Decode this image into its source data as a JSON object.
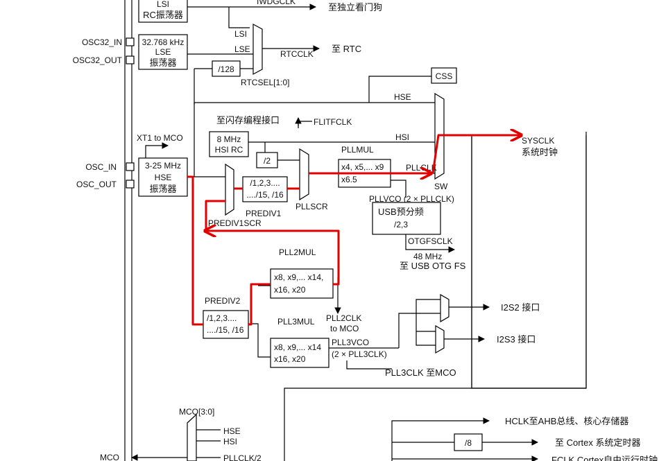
{
  "colors": {
    "highlight_path": "#e00000",
    "ink": "#000000",
    "background": "#ffffff"
  },
  "pins": {
    "osc32_in": "OSC32_IN",
    "osc32_out": "OSC32_OUT",
    "osc_in": "OSC_IN",
    "osc_out": "OSC_OUT",
    "mco": "MCO"
  },
  "lsi": {
    "line1": "LSI",
    "line2": "RC振荡器",
    "out_signal": "IWDGCLK",
    "out_dest": "至独立看门狗"
  },
  "lse": {
    "freq": "32.768 kHz",
    "name": "LSE",
    "cn": "振荡器"
  },
  "rtc": {
    "mux_in_lsi": "LSI",
    "mux_in_lse": "LSE",
    "div128": "/128",
    "out_signal": "RTCCLK",
    "out_dest": "至 RTC",
    "sel": "RTCSEL[1:0]"
  },
  "css": "CSS",
  "sysmux": {
    "in_hse": "HSE",
    "in_hsi": "HSI",
    "in_pllclk": "PLLCLK",
    "sel": "SW",
    "out_signal": "SYSCLK",
    "out_cn": "系统时钟"
  },
  "flash": {
    "label": "至闪存编程接口",
    "signal": "FLITFCLK"
  },
  "hsi": {
    "line1": "8 MHz",
    "line2": "HSI RC"
  },
  "hse": {
    "mco_label": "XT1 to MCO",
    "line1": "3-25 MHz",
    "line2": "HSE",
    "line3": "振荡器"
  },
  "div2": "/2",
  "prediv1": {
    "line1": "/1,2,3....",
    "line2": "..../15, /16",
    "name": "PREDIV1",
    "mux_sel": "PREDIV1SCR"
  },
  "pllscr": "PLLSCR",
  "pllmul": {
    "name": "PLLMUL",
    "line1": "x4, x5,... x9",
    "line2": "x6.5"
  },
  "pllvco": "PLLVCO (2 × PLLCLK)",
  "usb": {
    "title": "USB预分频",
    "div": "/2,3",
    "signal": "OTGFSCLK",
    "freq": "48 MHz",
    "dest": "至 USB OTG FS"
  },
  "pll2": {
    "name": "PLL2MUL",
    "line1": "x8, x9,... x14,",
    "line2": "x16, x20",
    "out1": "PLL2CLK",
    "out2": "to MCO"
  },
  "prediv2": {
    "name": "PREDIV2",
    "line1": "/1,2,3....",
    "line2": "..../15, /16"
  },
  "pll3": {
    "name": "PLL3MUL",
    "line1": "x8, x9,... x14",
    "line2": "x16, x20",
    "vco1": "PLL3VCO",
    "vco2": "(2 × PLL3CLK)",
    "out": "PLL3CLK 至MCO"
  },
  "i2s": {
    "i2s2": "I2S2 接口",
    "i2s3": "I2S3 接口"
  },
  "mco_mux": {
    "sel": "MCO[3:0]",
    "in_hse": "HSE",
    "in_hsi": "HSI",
    "in_pll": "PLLCLK/2"
  },
  "ahb": {
    "hclk": "HCLK至AHB总线、核心存储器",
    "div8": "/8",
    "cortex_timer": "至 Cortex 系统定时器",
    "fclk": "FCLK Cortex自由运行时钟"
  }
}
